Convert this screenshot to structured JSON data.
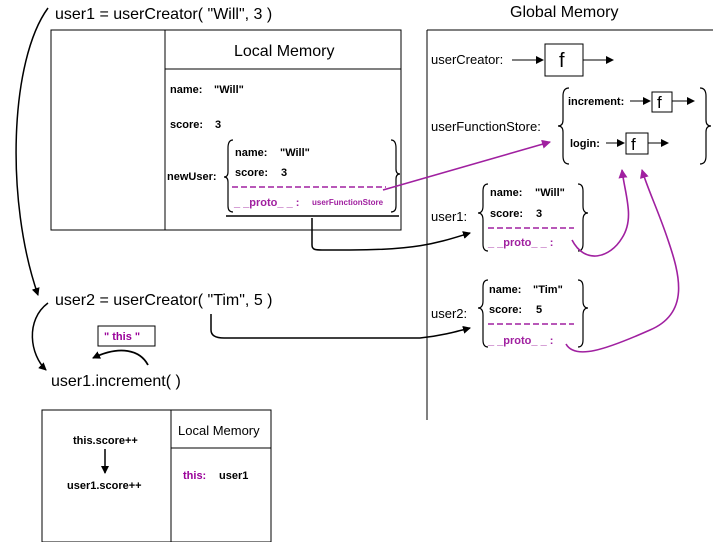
{
  "colors": {
    "line": "#000000",
    "accent": "#a020a0",
    "accent_text": "#990099",
    "background": "#ffffff"
  },
  "calls": {
    "user1": "user1 = userCreator( \"Will\", 3 )",
    "user2": "user2 = userCreator( \"Tim\", 5 )",
    "increment": "user1.increment( )",
    "this_tag": "\" this \""
  },
  "local_memory_1": {
    "header": "Local Memory",
    "name_label": "name:",
    "name_value": "\"Will\"",
    "score_label": "score:",
    "score_value": "3",
    "new_user_label": "newUser:",
    "new_user": {
      "name_label": "name:",
      "name_value": "\"Will\"",
      "score_label": "score:",
      "score_value": "3",
      "proto_label": "_ _proto_ _ :",
      "proto_value": "userFunctionStore"
    }
  },
  "global_memory": {
    "header": "Global Memory",
    "user_creator_label": "userCreator:",
    "user_creator_fn": "f",
    "store_label": "userFunctionStore:",
    "store": {
      "increment_label": "increment:",
      "increment_fn": "f",
      "login_label": "login:",
      "login_fn": "f"
    },
    "user1": {
      "label": "user1:",
      "name_label": "name:",
      "name_value": "\"Will\"",
      "score_label": "score:",
      "score_value": "3",
      "proto_label": "_ _proto_ _ :"
    },
    "user2": {
      "label": "user2:",
      "name_label": "name:",
      "name_value": "\"Tim\"",
      "score_label": "score:",
      "score_value": "5",
      "proto_label": "_ _proto_ _ :"
    }
  },
  "local_memory_2": {
    "header": "Local Memory",
    "line1": "this.score++",
    "line2": "user1.score++",
    "this_label": "this:",
    "this_value": "user1"
  }
}
